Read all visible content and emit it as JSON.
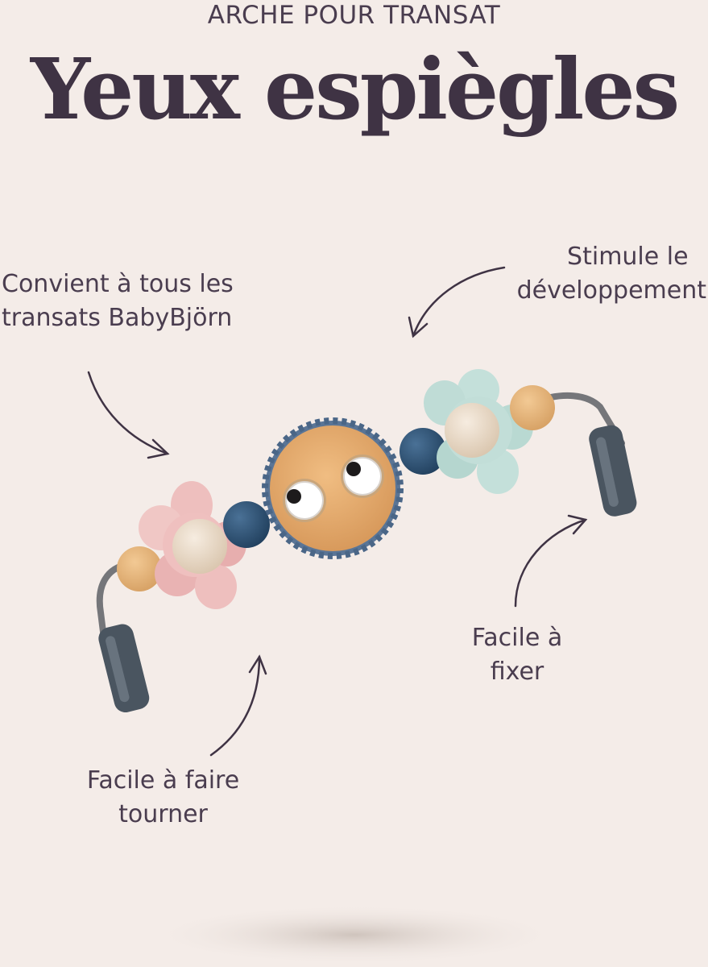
{
  "header": {
    "subtitle": "ARCHE POUR TRANSAT",
    "title": "Yeux espiègles"
  },
  "callouts": {
    "compatible": [
      "Convient à tous les",
      "transats BabyBjörn"
    ],
    "development": [
      "Stimule le",
      "développement"
    ],
    "attach": [
      "Facile à",
      "fixer"
    ],
    "rotate": [
      "Facile à faire",
      "tourner"
    ]
  },
  "colors": {
    "background": "#f4ece8",
    "text": "#3f3344",
    "pink_flower": "#eebfbe",
    "mint_flower": "#bfdcd6",
    "blue_bead": "#2f5478",
    "wood": "#e0a96b",
    "clip": "#4a5560"
  }
}
